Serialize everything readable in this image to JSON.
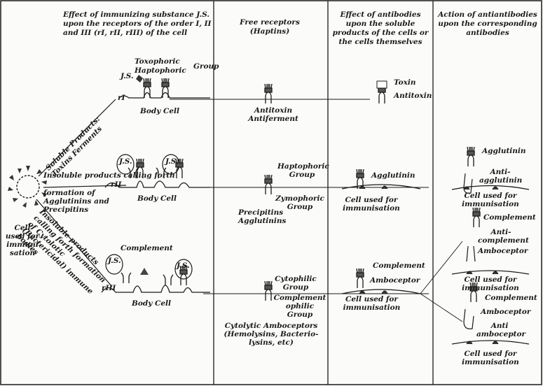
{
  "headers": {
    "col1": "Effect of immunizing substance J.S. upon the receptors of the order I, II and III (rI, rII, rIII) of the cell",
    "col2": "Free receptors (Haptins)",
    "col3": "Effect of antibodies upon the soluble products of the cells or the cells themselves",
    "col4": "Action of antiantibodies upon the corresponding antibodies"
  },
  "left": {
    "cell_label": "Cell used for immuni sation",
    "diag_soluble": "Soluble Products: Toxins Ferments",
    "diag_insoluble_a": "Insoluble products calling forth",
    "diag_insoluble_b": "formation of Agglutinins and Precipitins",
    "diag_cytotoxic": "Insoluble products calling forth formation of Cytolotic (Bactericidal) immune bodies"
  },
  "row1": {
    "js": "J.S.",
    "toxophoric": "Toxophoric",
    "haptophoric": "Haptophoric",
    "group": "Group",
    "receptor": "rI",
    "body_cell": "Body Cell",
    "free": "Antitoxin Antiferment",
    "toxin": "Toxin",
    "antitoxin": "Antitoxin"
  },
  "row2": {
    "js": "J.S.",
    "receptor": "rII",
    "body_cell": "Body Cell",
    "haptophoric_group": "Haptophoric Group",
    "zymophoric_group": "Zymophoric Group",
    "free": "Precipitins Agglutinins",
    "agglutinin": "Agglutinin",
    "cell_used": "Cell used for immunisation",
    "agglutinin4": "Agglutinin",
    "anti_agglutinin": "Anti- agglutinin",
    "cell_used4": "Cell used for immunisation"
  },
  "row3": {
    "js": "J.S.",
    "complement": "Complement",
    "receptor": "rIII",
    "body_cell": "Body Cell",
    "cytophilic_group": "Cytophilic Group",
    "complementophilic_group": "Complement ophilic Group",
    "free": "Cytolytic Amboceptors (Hemolysins, Bacterio- lysins, etc)",
    "complement3": "Complement",
    "amboceptor3": "Amboceptor",
    "cell_used3": "Cell used for immunisation",
    "complement4a": "Complement",
    "anti_complement": "Anti- complement",
    "amboceptor4a": "Amboceptor",
    "cell_used4a": "Cell used for immunisation",
    "complement4b": "Complement",
    "amboceptor4b": "Amboceptor",
    "anti_amboceptor": "Anti amboceptor",
    "cell_used4b": "Cell used for immunisation"
  },
  "colors": {
    "ink": "#1a1a1a",
    "paper": "#fbfbf9"
  }
}
